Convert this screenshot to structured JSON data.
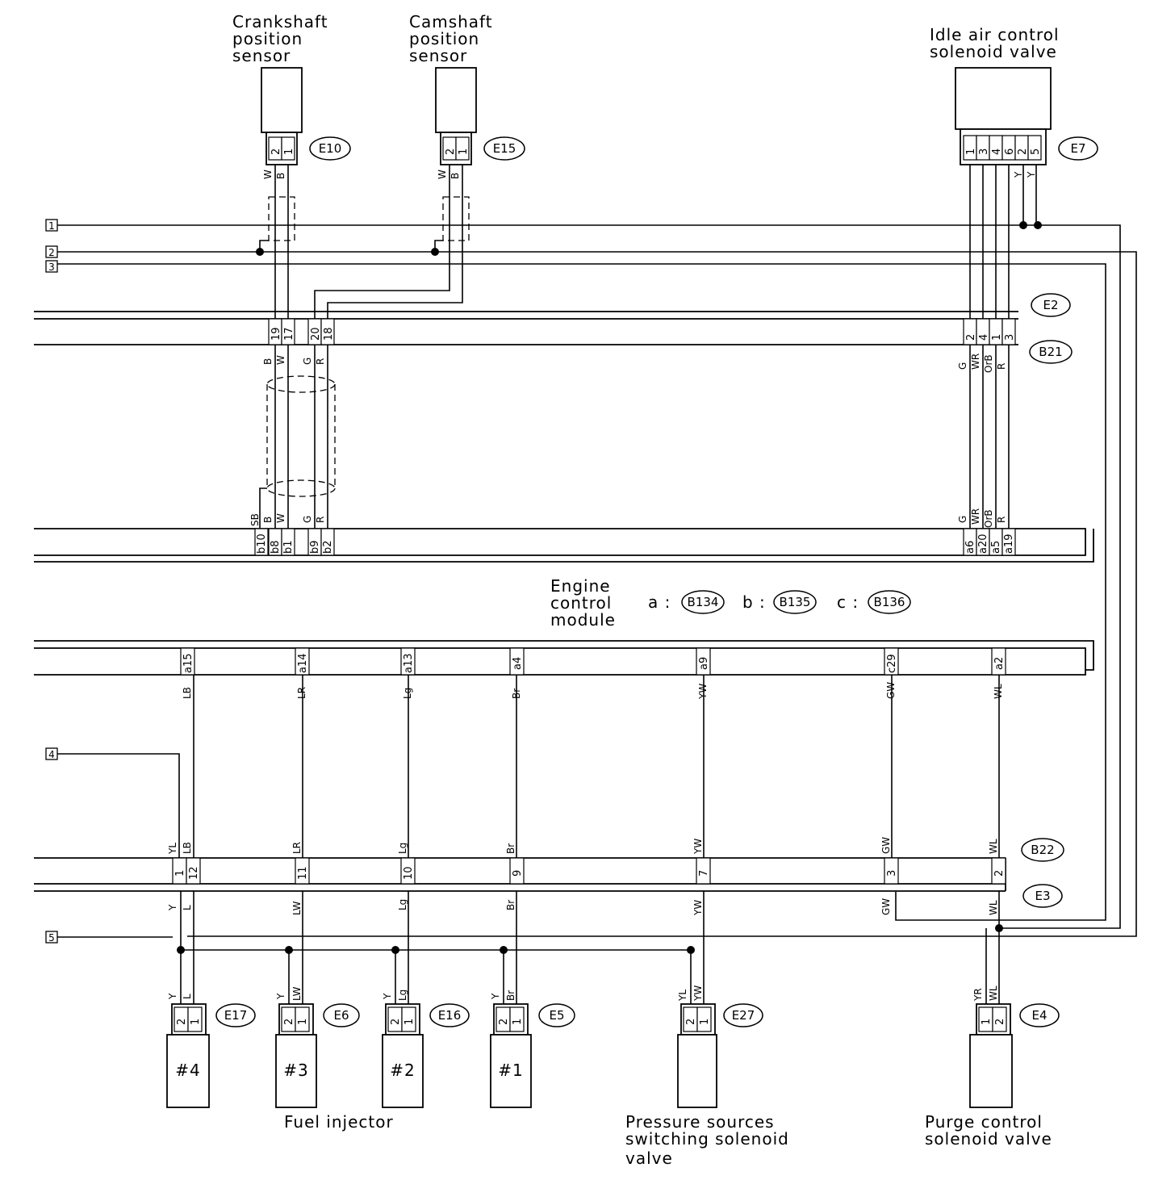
{
  "components": {
    "crankshaft_sensor": [
      "Crankshaft",
      "position",
      "sensor"
    ],
    "camshaft_sensor": [
      "Camshaft",
      "position",
      "sensor"
    ],
    "idle_air_valve": [
      "Idle air control",
      "solenoid valve"
    ],
    "ecm": [
      "Engine",
      "control",
      "module"
    ],
    "ecm_connectors": [
      {
        "prefix": "a :",
        "id": "B134"
      },
      {
        "prefix": "b :",
        "id": "B135"
      },
      {
        "prefix": "c :",
        "id": "B136"
      }
    ],
    "fuel_injector": "Fuel injector",
    "pressure_valve": [
      "Pressure sources",
      "switching solenoid",
      "valve"
    ],
    "purge_valve": [
      "Purge control",
      "solenoid valve"
    ],
    "injectors": [
      "#4",
      "#3",
      "#2",
      "#1"
    ]
  },
  "connectors": {
    "E10": "E10",
    "E15": "E15",
    "E7": "E7",
    "E2": "E2",
    "B21": "B21",
    "B22": "B22",
    "E3": "E3",
    "E17": "E17",
    "E6": "E6",
    "E16": "E16",
    "E5": "E5",
    "E27": "E27",
    "E4": "E4"
  },
  "terminals": [
    "1",
    "2",
    "3",
    "4",
    "5"
  ],
  "e2_pins": {
    "crank": [
      "19",
      "17"
    ],
    "cam": [
      "20",
      "18"
    ],
    "iac": [
      "2",
      "4",
      "1",
      "3"
    ]
  },
  "ecm_top_pins": {
    "left": [
      "b10",
      "b8",
      "b1",
      "b9",
      "b2"
    ],
    "right": [
      "a6",
      "a20",
      "a5",
      "a19"
    ]
  },
  "ecm_bottom_pins": [
    "a15",
    "a14",
    "a13",
    "a4",
    "a9",
    "c29",
    "a2"
  ],
  "b22_pins": [
    "1",
    "12",
    "11",
    "10",
    "9",
    "7",
    "3",
    "2"
  ],
  "sensor_pins": {
    "e10": [
      "2",
      "1"
    ],
    "e15": [
      "2",
      "1"
    ],
    "e7": [
      "1",
      "3",
      "4",
      "6",
      "2",
      "5"
    ]
  },
  "injector_pins": {
    "e17": [
      "2",
      "1"
    ],
    "e6": [
      "2",
      "1"
    ],
    "e16": [
      "2",
      "1"
    ],
    "e5": [
      "2",
      "1"
    ],
    "e27": [
      "2",
      "1"
    ],
    "e4": [
      "1",
      "2"
    ]
  },
  "wire_codes": {
    "e10": [
      "W",
      "B"
    ],
    "e15": [
      "W",
      "B"
    ],
    "e7": [
      "Y",
      "Y"
    ],
    "b21_crank": [
      "B",
      "W"
    ],
    "b21_cam": [
      "G",
      "R"
    ],
    "b21_iac": [
      "G",
      "WR",
      "OrB",
      "R"
    ],
    "ecm_top_left": [
      "SB",
      "B",
      "W",
      "G",
      "R"
    ],
    "ecm_top_right": [
      "G",
      "WR",
      "OrB",
      "R"
    ],
    "ecm_bottom": [
      "LB",
      "LR",
      "Lg",
      "Br",
      "YW",
      "GW",
      "WL"
    ],
    "b22_top": [
      "YL",
      "LB",
      "LR",
      "Lg",
      "Br",
      "YW",
      "GW",
      "WL"
    ],
    "e3_below": [
      "Y",
      "L",
      "LW",
      "Lg",
      "Br",
      "YW",
      "GW",
      "WL"
    ],
    "injector_top": [
      "Y",
      "L",
      "Y",
      "LW",
      "Y",
      "Lg",
      "Y",
      "Br",
      "YL",
      "YW",
      "YR",
      "WL"
    ]
  }
}
